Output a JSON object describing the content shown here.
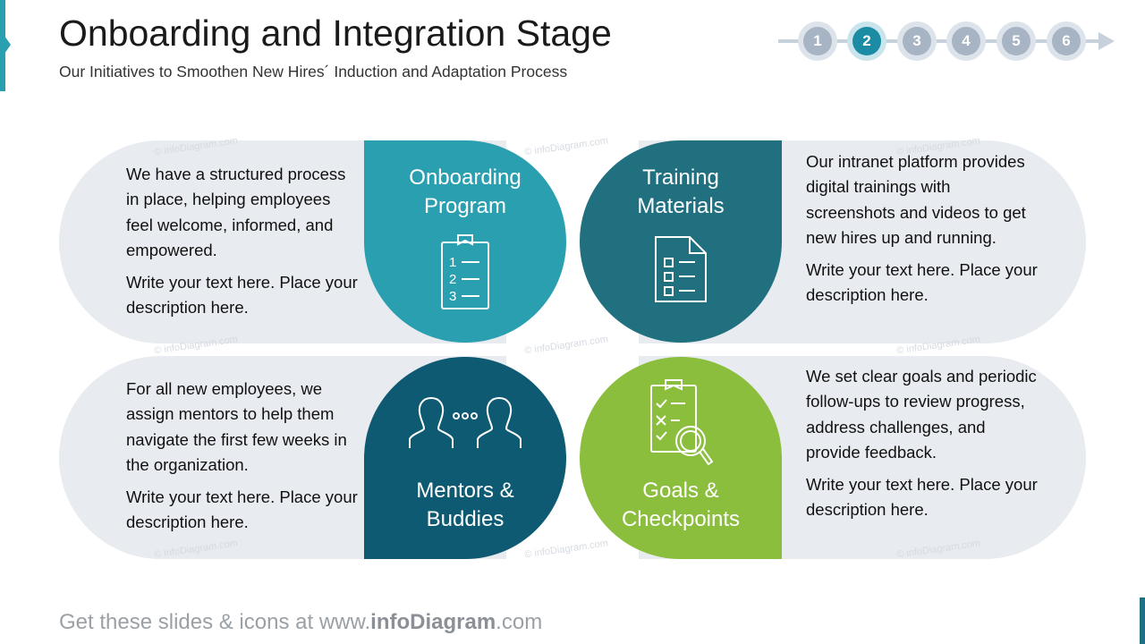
{
  "header": {
    "title": "Onboarding and Integration Stage",
    "subtitle": "Our Initiatives to Smoothen New Hires´ Induction and Adaptation Process"
  },
  "stepper": {
    "steps": [
      "1",
      "2",
      "3",
      "4",
      "5",
      "6"
    ],
    "active": "2"
  },
  "cards": [
    {
      "title_line1": "Onboarding",
      "title_line2": "Program",
      "icon": "numbered-checklist-icon",
      "text": "We have a structured process in place, helping employees feel welcome, informed, and empowered.",
      "placeholder": "Write your text here. Place your description here."
    },
    {
      "title_line1": "Training",
      "title_line2": "Materials",
      "icon": "document-checklist-icon",
      "text": "Our intranet platform provides digital trainings with screenshots and videos to get new hires up and running.",
      "placeholder": "Write your text here. Place your description here."
    },
    {
      "title_line1": "Mentors &",
      "title_line2": "Buddies",
      "icon": "people-talking-icon",
      "text": "For all new employees, we assign mentors to help them navigate the first few weeks in the organization.",
      "placeholder": "Write your text here. Place your description here."
    },
    {
      "title_line1": "Goals &",
      "title_line2": "Checkpoints",
      "icon": "checklist-magnifier-icon",
      "text": "We set clear goals and periodic follow-ups to review progress, address challenges, and provide feedback.",
      "placeholder": "Write your text here. Place your description here."
    }
  ],
  "watermark": "© infoDiagram.com",
  "footer": {
    "prefix": "Get these slides & icons at www.",
    "brand": "infoDiagram",
    "suffix": ".com"
  },
  "colors": {
    "teal": "#2a9fb0",
    "dark_teal": "#20707f",
    "navy": "#0e5a72",
    "green": "#8abe3c",
    "pill_gray": "#e8ebef",
    "step_gray": "#a6b4c4",
    "step_active": "#1b8ca4"
  }
}
